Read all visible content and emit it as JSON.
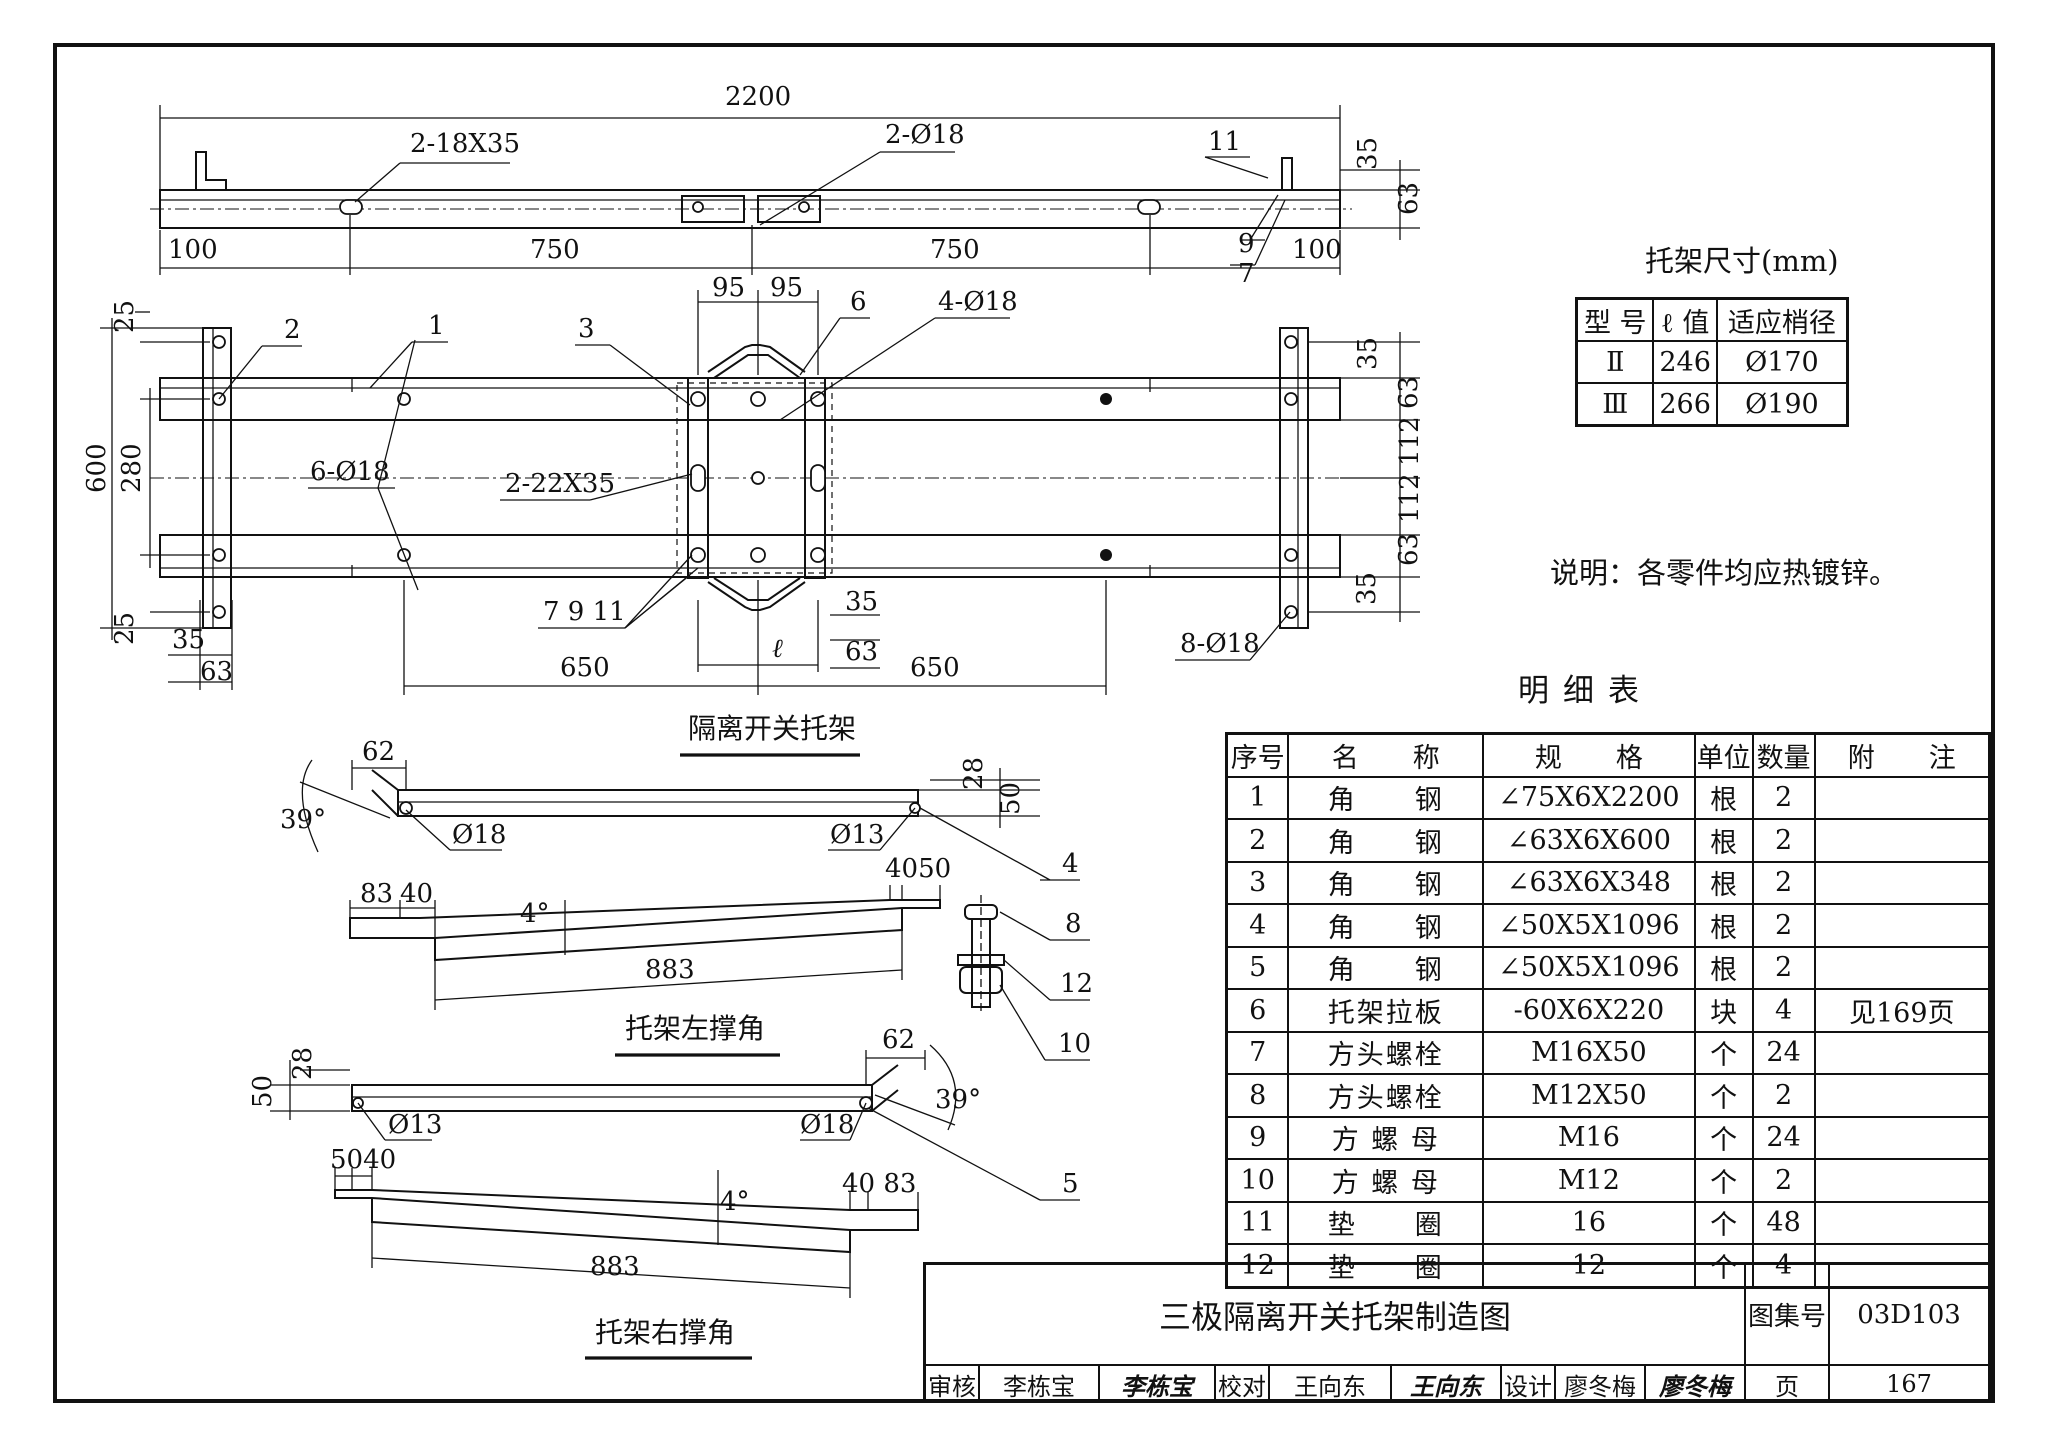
{
  "title_block": {
    "drawing_title": "三极隔离开关托架制造图",
    "atlas_label": "图集号",
    "atlas_number": "03D103",
    "review_label": "审核",
    "reviewer": "李栋宝",
    "check_label": "校对",
    "checker": "王向东",
    "design_label": "设计",
    "designer": "廖冬梅",
    "page_label": "页",
    "page_number": "167"
  },
  "size_table": {
    "title": "托架尺寸(mm)",
    "headers": [
      "型 号",
      "ℓ 值",
      "适应梢径"
    ],
    "rows": [
      [
        "Ⅱ",
        "246",
        "Ø170"
      ],
      [
        "Ⅲ",
        "266",
        "Ø190"
      ]
    ]
  },
  "note": "说明：各零件均应热镀锌。",
  "parts_table": {
    "title": "明细表",
    "headers": [
      "序号",
      "名　　称",
      "规　　格",
      "单位",
      "数量",
      "附　　注"
    ],
    "rows": [
      [
        "1",
        "角　　钢",
        "∠75X6X2200",
        "根",
        "2",
        ""
      ],
      [
        "2",
        "角　　钢",
        "∠63X6X600",
        "根",
        "2",
        ""
      ],
      [
        "3",
        "角　　钢",
        "∠63X6X348",
        "根",
        "2",
        ""
      ],
      [
        "4",
        "角　　钢",
        "∠50X5X1096",
        "根",
        "2",
        ""
      ],
      [
        "5",
        "角　　钢",
        "∠50X5X1096",
        "根",
        "2",
        ""
      ],
      [
        "6",
        "托架拉板",
        "-60X6X220",
        "块",
        "4",
        "见169页"
      ],
      [
        "7",
        "方头螺栓",
        "M16X50",
        "个",
        "24",
        ""
      ],
      [
        "8",
        "方头螺栓",
        "M12X50",
        "个",
        "2",
        ""
      ],
      [
        "9",
        "方 螺 母",
        "M16",
        "个",
        "24",
        ""
      ],
      [
        "10",
        "方 螺 母",
        "M12",
        "个",
        "2",
        ""
      ],
      [
        "11",
        "垫　　圈",
        "16",
        "个",
        "48",
        ""
      ],
      [
        "12",
        "垫　　圈",
        "12",
        "个",
        "4",
        ""
      ]
    ]
  },
  "drawing": {
    "main_title": "隔离开关托架",
    "left_brace_title": "托架左撑角",
    "right_brace_title": "托架右撑角",
    "dims": {
      "overall": "2200",
      "slot1": "2-18X35",
      "hole1": "2-Ø18",
      "part11": "11",
      "d35": "35",
      "d63": "63",
      "d100": "100",
      "d750": "750",
      "part9": "9",
      "part7": "7",
      "d25": "25",
      "d95": "95",
      "part2": "2",
      "part1": "1",
      "part3": "3",
      "part6": "6",
      "holes4": "4-Ø18",
      "d600": "600",
      "d280": "280",
      "holes6": "6-Ø18",
      "slots2": "2-22X35",
      "d112": "112",
      "parts7911": "7  9  11",
      "d650": "650",
      "ell": "ℓ",
      "holes8": "8-Ø18",
      "d62": "62",
      "d39deg": "39°",
      "d28": "28",
      "d50": "50",
      "phi18": "Ø18",
      "phi13": "Ø13",
      "part4": "4",
      "d83": "83",
      "d40": "40",
      "d4050": "4050",
      "d4deg": "4°",
      "d883": "883",
      "part8": "8",
      "part12": "12",
      "part10": "10",
      "part5": "5",
      "d5040": "5040",
      "d4083": "40 83"
    }
  }
}
